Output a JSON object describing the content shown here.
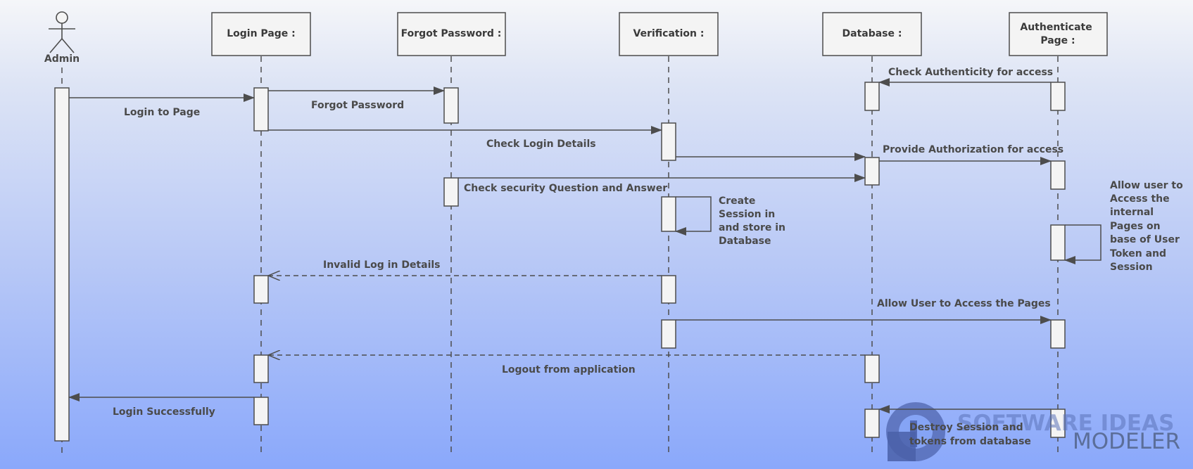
{
  "actor": {
    "name": "Admin"
  },
  "lifelines": [
    {
      "id": "login",
      "label": [
        "Login Page :"
      ]
    },
    {
      "id": "forgot",
      "label": [
        "Forgot Password :"
      ]
    },
    {
      "id": "verify",
      "label": [
        "Verification :"
      ]
    },
    {
      "id": "db",
      "label": [
        "Database :"
      ]
    },
    {
      "id": "auth",
      "label": [
        "Authenticate",
        "Page :"
      ]
    }
  ],
  "messages": [
    {
      "id": "login-to-page",
      "text": [
        "Login to Page"
      ],
      "from": "admin",
      "to": "login",
      "type": "sync"
    },
    {
      "id": "forgot-password",
      "text": [
        "Forgot Password"
      ],
      "from": "login",
      "to": "forgot",
      "type": "sync"
    },
    {
      "id": "check-authenticity",
      "text": [
        "Check Authenticity for access"
      ],
      "from": "auth",
      "to": "db",
      "type": "sync"
    },
    {
      "id": "check-login-details",
      "text": [
        "Check Login Details"
      ],
      "from": "login",
      "to": "verify",
      "type": "sync"
    },
    {
      "id": "verify-to-db",
      "text": [],
      "from": "verify",
      "to": "db",
      "type": "sync"
    },
    {
      "id": "provide-authorization",
      "text": [
        "Provide Authorization for access"
      ],
      "from": "db",
      "to": "auth",
      "type": "sync"
    },
    {
      "id": "check-security-question",
      "text": [
        "Check security Question and Answer"
      ],
      "from": "forgot",
      "to": "db",
      "type": "sync"
    },
    {
      "id": "create-session",
      "text": [
        "Create",
        "Session in",
        "and store in",
        "Database"
      ],
      "from": "verify",
      "to": "verify",
      "type": "self"
    },
    {
      "id": "allow-internal-pages",
      "text": [
        "Allow user to",
        "Access the",
        "internal",
        "Pages on",
        "base of User",
        "Token and",
        "Session"
      ],
      "from": "auth",
      "to": "auth",
      "type": "self"
    },
    {
      "id": "invalid-login",
      "text": [
        "Invalid Log in Details"
      ],
      "from": "verify",
      "to": "login",
      "type": "return"
    },
    {
      "id": "allow-user-pages",
      "text": [
        "Allow User to Access the Pages"
      ],
      "from": "verify",
      "to": "auth",
      "type": "sync"
    },
    {
      "id": "logout",
      "text": [
        "Logout from application"
      ],
      "from": "db",
      "to": "login",
      "type": "return"
    },
    {
      "id": "login-successfully",
      "text": [
        "Login Successfully"
      ],
      "from": "login",
      "to": "admin",
      "type": "sync"
    },
    {
      "id": "destroy-session",
      "text": [
        "Destroy Session and",
        "tokens from database"
      ],
      "from": "auth",
      "to": "db",
      "type": "sync"
    }
  ],
  "watermark": {
    "line1": "SOFTWARE IDEAS",
    "line2": "MODELER"
  },
  "colors": {
    "line": "#4d4d4d",
    "box_fill": "#f4f4f4",
    "box_stroke": "#4d4d4d",
    "text": "#4a4a4a"
  }
}
